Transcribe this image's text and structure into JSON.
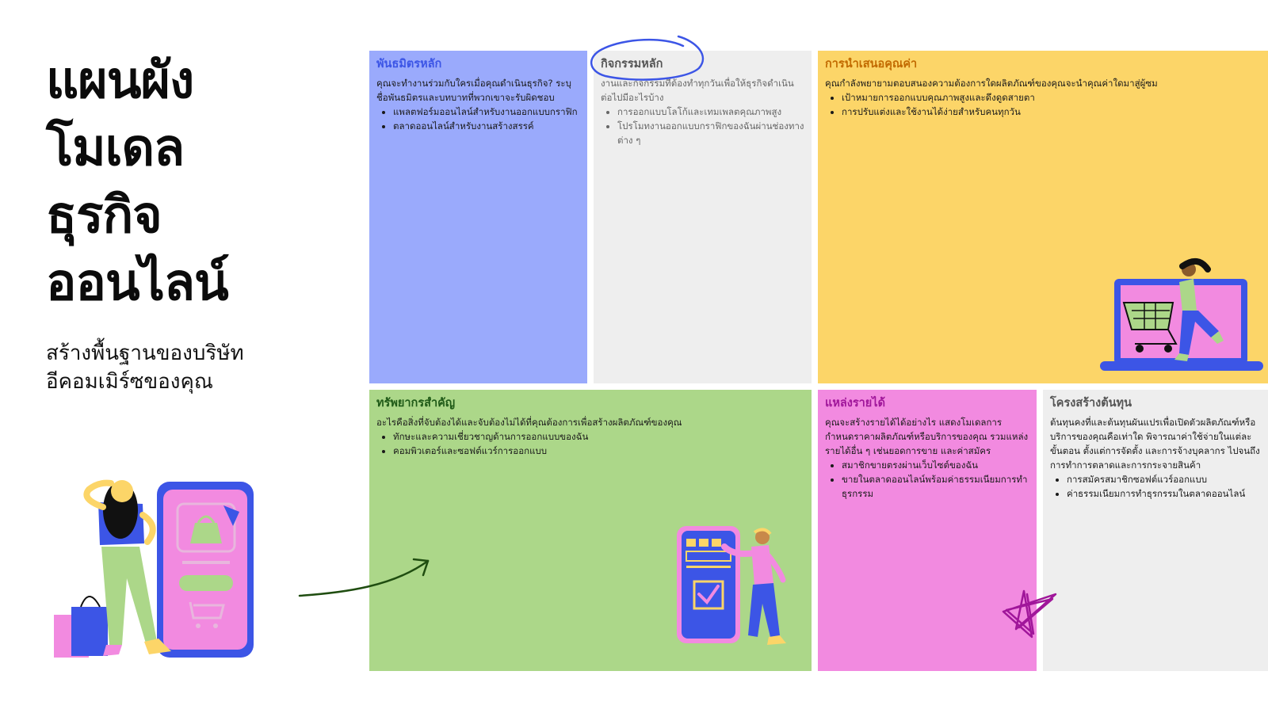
{
  "title_lines": [
    "แผนผัง",
    "โมเดล",
    "ธุรกิจ",
    "ออนไลน์"
  ],
  "subtitle": "สร้างพื้นฐานของบริษัทอีคอมเมิร์ซของคุณ",
  "canvas": {
    "key_partners": {
      "heading": "พันธมิตรหลัก",
      "description": "คุณจะทำงานร่วมกับใครเมื่อคุณดำเนินธุรกิจ? ระบุชื่อพันธมิตรและบทบาทที่พวกเขาจะรับผิดชอบ",
      "items": [
        "แพลตฟอร์มออนไลน์สำหรับงานออกแบบกราฟิก",
        "ตลาดออนไลน์สำหรับงานสร้างสรรค์"
      ]
    },
    "key_activities": {
      "heading": "กิจกรรมหลัก",
      "description": "งานและกิจกรรมที่ต้องทำทุกวันเพื่อให้ธุรกิจดำเนินต่อไปมีอะไรบ้าง",
      "items": [
        "การออกแบบโลโก้และเทมเพลตคุณภาพสูง",
        "โปรโมทงานออกแบบกราฟิกของฉันผ่านช่องทางต่าง ๆ"
      ]
    },
    "value_proposition": {
      "heading": "การนำเสนอคุณค่า",
      "description": "คุณกำลังพยายามตอบสนองความต้องการใดผลิตภัณฑ์ของคุณจะนำคุณค่าใดมาสู่ผู้ซม",
      "items": [
        "เป้าหมายการออกแบบคุณภาพสูงและดึงดูดสายตา",
        "การปรับแต่งและใช้งานได้ง่ายสำหรับคนทุกวัน"
      ]
    },
    "key_resources": {
      "heading": "ทรัพยากรสำคัญ",
      "description": "อะไรคือสิ่งที่จับต้องได้และจับต้องไม่ได้ที่คุณต้องการเพื่อสร้างผลิตภัณฑ์ของคุณ",
      "items": [
        "ทักษะและความเชี่ยวชาญด้านการออกแบบของฉัน",
        "คอมพิวเตอร์และซอฟต์แวร์การออกแบบ"
      ]
    },
    "revenue_streams": {
      "heading": "แหล่งรายได้",
      "description": "คุณจะสร้างรายได้ได้อย่างไร แสดงโมเดลการกำหนดราคาผลิตภัณฑ์หรือบริการของคุณ รวมแหล่งรายได้อื่น ๆ เช่นยอดการขาย และค่าสมัคร",
      "items": [
        "สมาชิกขายตรงผ่านเว็บไซต์ของฉัน",
        "ขายในตลาดออนไลน์พร้อมค่าธรรมเนียมการทำธุรกรรม"
      ]
    },
    "cost_structure": {
      "heading": "โครงสร้างต้นทุน",
      "description": "ต้นทุนคงที่และต้นทุนผันแปรเพื่อเปิดตัวผลิตภัณฑ์หรือบริการของคุณคือเท่าใด พิจารณาค่าใช้จ่ายในแต่ละขั้นตอน ตั้งแต่การจัดตั้ง และการจ้างบุคลากร ไปจนถึงการทำการตลาดและการกระจายสินค้า",
      "items": [
        "การสมัครสมาชิกซอฟต์แวร์ออกแบบ",
        "ค่าธรรมเนียมการทำธุรกรรมในตลาดออนไลน์"
      ]
    }
  },
  "colors": {
    "partners_bg": "#9aaafc",
    "activities_bg": "#eeeeee",
    "value_bg": "#fcd568",
    "resources_bg": "#acd789",
    "revenue_bg": "#f28ae0",
    "cost_bg": "#eeeeee",
    "accent_blue": "#3c55e6"
  }
}
